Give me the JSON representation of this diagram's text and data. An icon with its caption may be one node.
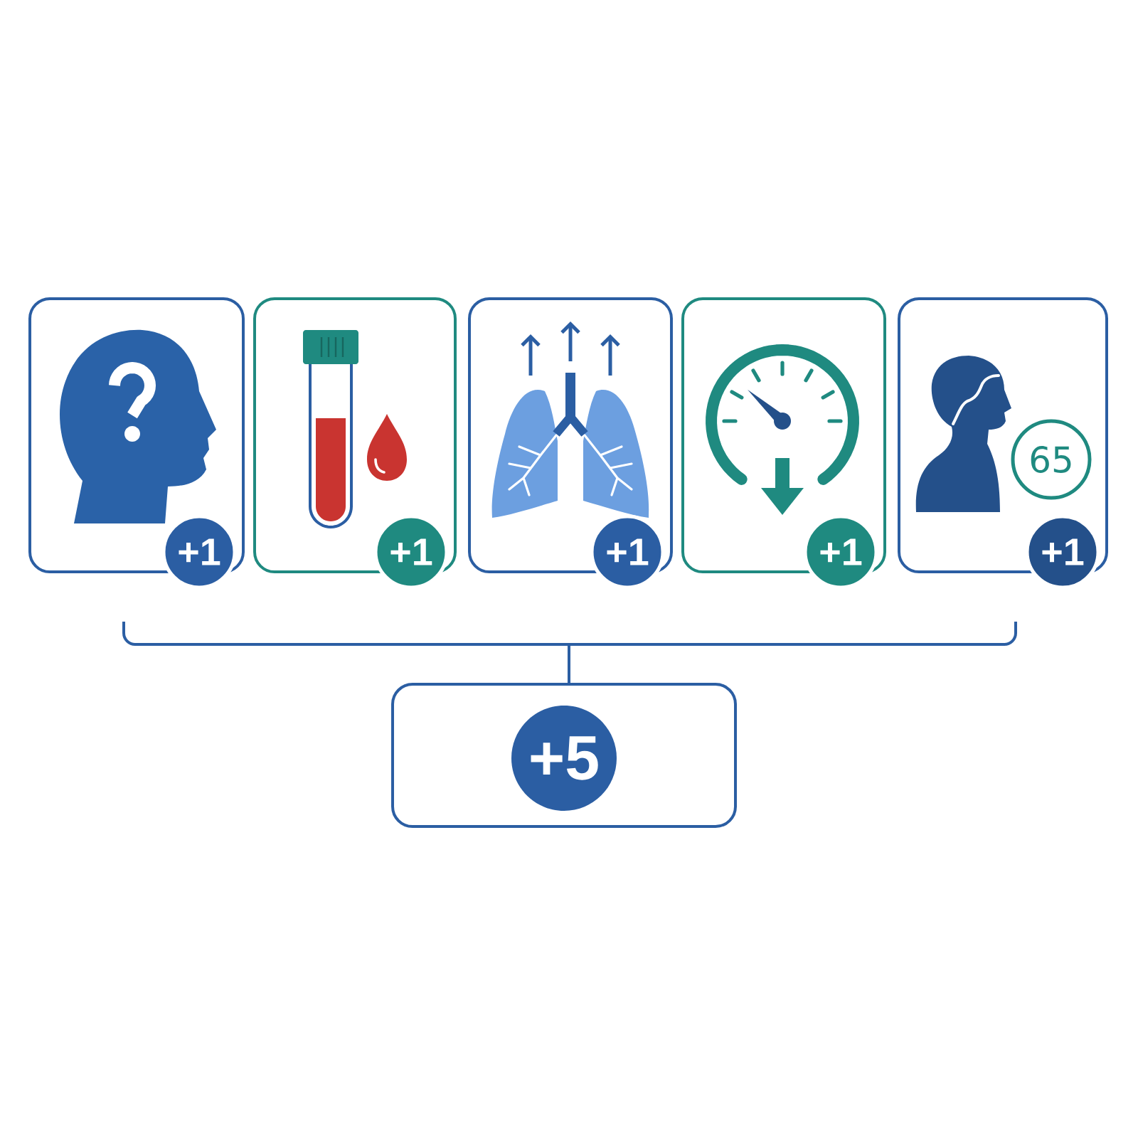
{
  "diagram": {
    "nodes": [
      {
        "text": [],
        "shape": "box"
      },
      {
        "text": [
          "+1"
        ],
        "in": 0
      },
      {
        "text": [],
        "shape": "box"
      },
      {
        "text": [
          "+1"
        ],
        "in": 2
      },
      {
        "text": [],
        "shape": "box"
      },
      {
        "text": [
          "+1"
        ],
        "in": 4
      },
      {
        "text": [],
        "shape": "box"
      },
      {
        "text": [
          "+1"
        ],
        "in": 6
      },
      {
        "text": [],
        "shape": "box"
      },
      {
        "text": [
          "65"
        ],
        "in": 8
      },
      {
        "text": [
          "+1"
        ],
        "in": 8
      },
      {
        "text": [],
        "shape": "box"
      },
      {
        "text": [
          "+5"
        ],
        "in": 11
      }
    ]
  }
}
